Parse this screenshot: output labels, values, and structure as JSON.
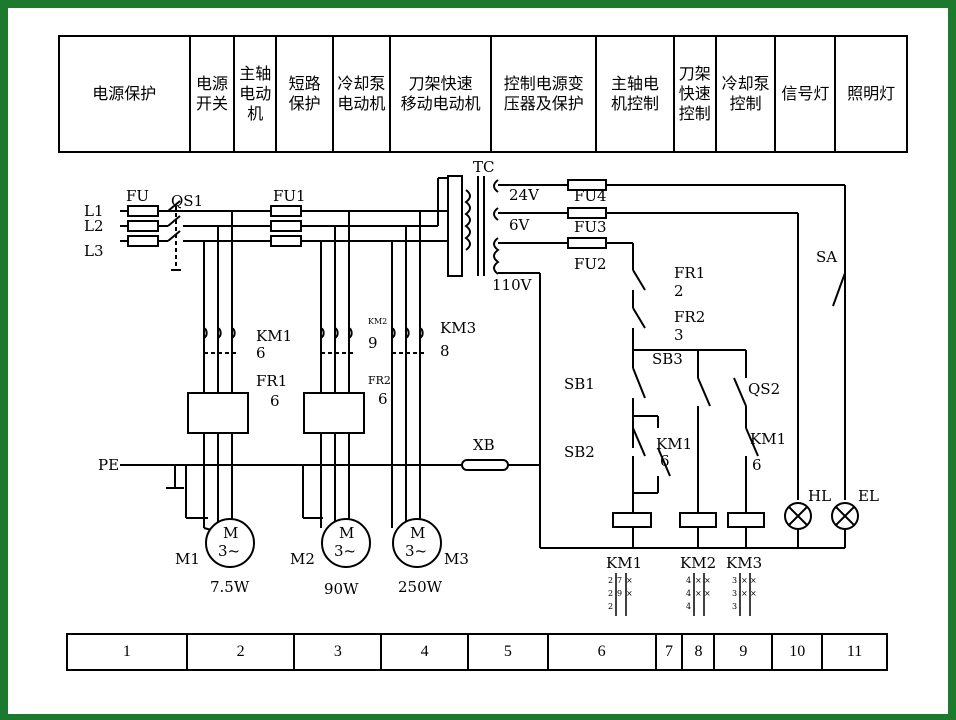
{
  "header": [
    "电源保护",
    "电源\n开关",
    "主轴\n电动\n机",
    "短路\n保护",
    "冷却泵\n电动机",
    "刀架快速\n移动电动机",
    "控制电源变\n压器及保护",
    "主轴电\n机控制",
    "刀架\n快速\n控制",
    "冷却泵\n控制",
    "信号灯",
    "照明灯"
  ],
  "footer": [
    "1",
    "2",
    "3",
    "4",
    "5",
    "6",
    "7",
    "8",
    "9",
    "10",
    "11"
  ],
  "labels": {
    "l1": "L1",
    "l2": "L2",
    "l3": "L3",
    "fu": "FU",
    "qs1": "QS1",
    "fu1": "FU1",
    "tc": "TC",
    "v24": "24V",
    "v6": "6V",
    "v110": "110V",
    "fu4": "FU4",
    "fu3": "FU3",
    "fu2": "FU2",
    "fr1": "FR1",
    "fr1n": "2",
    "fr2": "FR2",
    "fr2n": "3",
    "km1": "KM1",
    "km1n": "6",
    "km2": "KM2",
    "km2n": "9",
    "km3": "KM3",
    "km3n": "8",
    "fr1m": "FR1",
    "fr1mn": "6",
    "fr2m": "FR2",
    "fr2mn": "6",
    "pe": "PE",
    "xb": "XB",
    "sb1": "SB1",
    "sb2": "SB2",
    "sb3": "SB3",
    "qs2": "QS2",
    "km1c": "KM1",
    "km1cn": "6",
    "km1d": "KM1",
    "km1dn": "6",
    "sa": "SA",
    "hl": "HL",
    "el": "EL",
    "m": "M",
    "m3": "3~",
    "m1": "M1",
    "m2": "M2",
    "m3l": "M3",
    "p1": "7.5W",
    "p2": "90W",
    "p3": "250W",
    "km1b": "KM1",
    "km2b": "KM2",
    "km3b": "KM3"
  },
  "xref": {
    "km1": [
      [
        "2",
        "7",
        "×"
      ],
      [
        "2",
        "9",
        "×"
      ],
      [
        "2",
        "",
        ""
      ]
    ],
    "km2": [
      [
        "4",
        "×",
        "×"
      ],
      [
        "4",
        "×",
        "×"
      ],
      [
        "4",
        "",
        ""
      ]
    ],
    "km3": [
      [
        "3",
        "×",
        "×"
      ],
      [
        "3",
        "×",
        "×"
      ],
      [
        "3",
        "",
        ""
      ]
    ]
  }
}
